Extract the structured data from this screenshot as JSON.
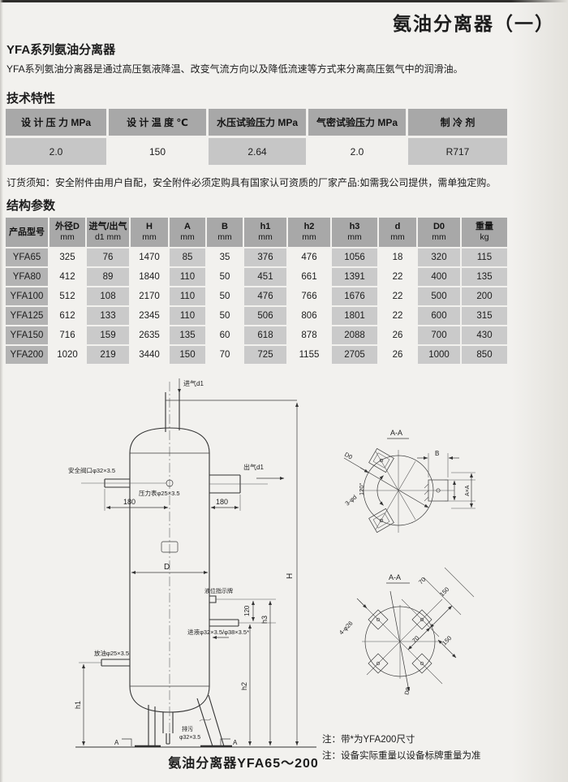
{
  "page": {
    "title": "氨油分离器（一）",
    "series_heading": "YFA系列氨油分离器",
    "series_description": "YFA系列氨油分离器是通过高压氨液降温、改变气流方向以及降低流速等方式来分离高压氨气中的润滑油。",
    "order_note": "订货须知：安全附件由用户自配，安全附件必须定购具有国家认可资质的厂家产品:如需我公司提供，需单独定购。",
    "caption": "氨油分离器YFA65～200",
    "notes": [
      "注：带*为YFA200尺寸",
      "注：设备实际重量以设备标牌重量为准"
    ]
  },
  "tech_table": {
    "heading": "技术特性",
    "headers": [
      "设 计 压 力  MPa",
      "设 计 温 度  ℃",
      "水压试验压力  MPa",
      "气密试验压力  MPa",
      "制  冷  剂"
    ],
    "values": [
      "2.0",
      "150",
      "2.64",
      "2.0",
      "R717"
    ]
  },
  "struct_table": {
    "heading": "结构参数",
    "columns": [
      {
        "name": "产品型号",
        "unit": "",
        "shaded": false
      },
      {
        "name": "外径D",
        "unit": "mm",
        "shaded": false
      },
      {
        "name": "进气/出气",
        "unit": "d1 mm",
        "shaded": true
      },
      {
        "name": "H",
        "unit": "mm",
        "shaded": false
      },
      {
        "name": "A",
        "unit": "mm",
        "shaded": true
      },
      {
        "name": "B",
        "unit": "mm",
        "shaded": false
      },
      {
        "name": "h1",
        "unit": "mm",
        "shaded": true
      },
      {
        "name": "h2",
        "unit": "mm",
        "shaded": false
      },
      {
        "name": "h3",
        "unit": "mm",
        "shaded": true
      },
      {
        "name": "d",
        "unit": "mm",
        "shaded": false
      },
      {
        "name": "D0",
        "unit": "mm",
        "shaded": true
      },
      {
        "name": "重量",
        "unit": "kg",
        "shaded": true
      }
    ],
    "rows": [
      [
        "YFA65",
        "325",
        "76",
        "1470",
        "85",
        "35",
        "376",
        "476",
        "1056",
        "18",
        "320",
        "115"
      ],
      [
        "YFA80",
        "412",
        "89",
        "1840",
        "110",
        "50",
        "451",
        "661",
        "1391",
        "22",
        "400",
        "135"
      ],
      [
        "YFA100",
        "512",
        "108",
        "2170",
        "110",
        "50",
        "476",
        "766",
        "1676",
        "22",
        "500",
        "200"
      ],
      [
        "YFA125",
        "612",
        "133",
        "2345",
        "110",
        "50",
        "506",
        "806",
        "1801",
        "22",
        "600",
        "315"
      ],
      [
        "YFA150",
        "716",
        "159",
        "2635",
        "135",
        "60",
        "618",
        "878",
        "2088",
        "26",
        "700",
        "430"
      ],
      [
        "YFA200",
        "1020",
        "219",
        "3440",
        "150",
        "70",
        "725",
        "1155",
        "2705",
        "26",
        "1000",
        "850"
      ]
    ]
  },
  "drawing": {
    "inlet_label": "进气d1",
    "outlet_label": "出气d1",
    "safety_valve_label": "安全阀口φ32×3.5",
    "pressure_gauge_label": "压力表φ25×3.5",
    "level_indicator_label": "液位指示牌",
    "liquid_inlet_label": "进液φ32×3.5/φ38×3.5*",
    "oil_drain_label": "放油φ25×3.5",
    "blowdown_label_1": "排污",
    "blowdown_label_2": "φ32×3.5",
    "dim_180": "180",
    "dim_120": "120",
    "dim_D": "D",
    "dim_H": "H",
    "dim_h1": "h1",
    "dim_h2": "h2",
    "dim_h3": "h3",
    "section_mark": "A",
    "section1": {
      "title": "A-A",
      "angle": "120°",
      "bolt_circle": "D0",
      "holes": "3-φd",
      "dim_B": "B",
      "pad_size": "A×A"
    },
    "section2": {
      "title": "A-A",
      "holes": "4-φ26",
      "dim_70": "70",
      "dim_150": "150",
      "bolt_circle": "D0"
    }
  }
}
